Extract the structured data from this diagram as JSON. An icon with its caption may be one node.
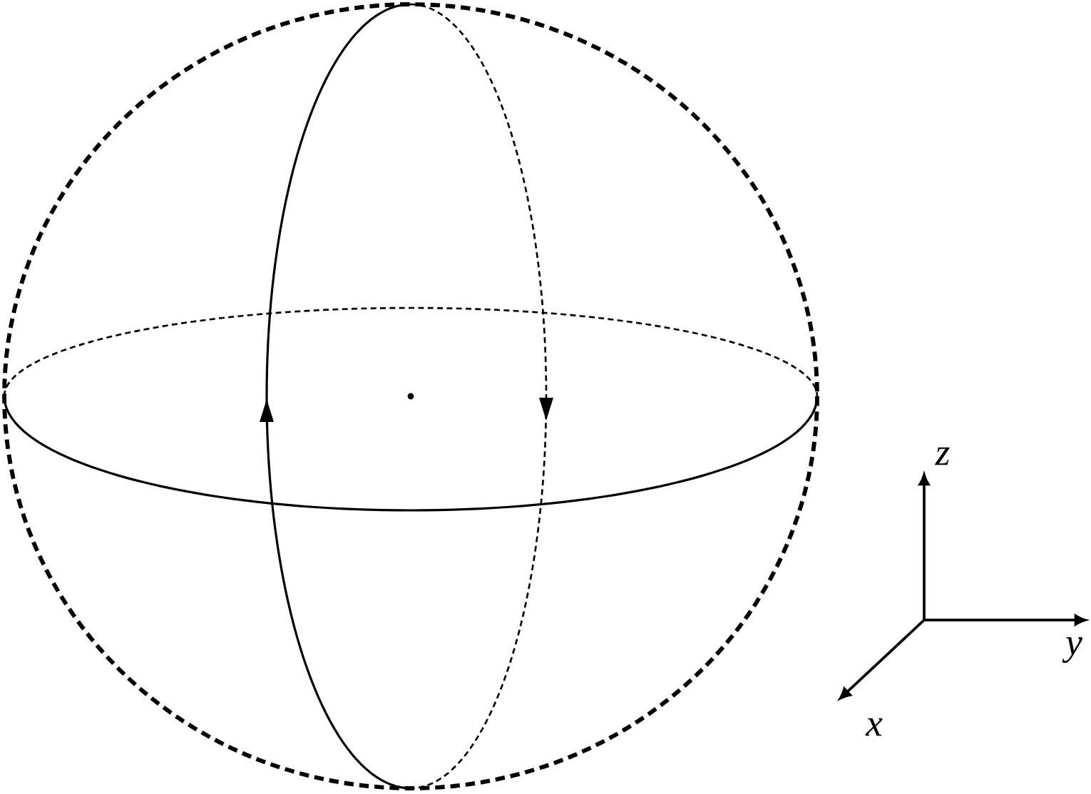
{
  "diagram": {
    "labels": [
      "z",
      "y",
      "x"
    ]
  }
}
